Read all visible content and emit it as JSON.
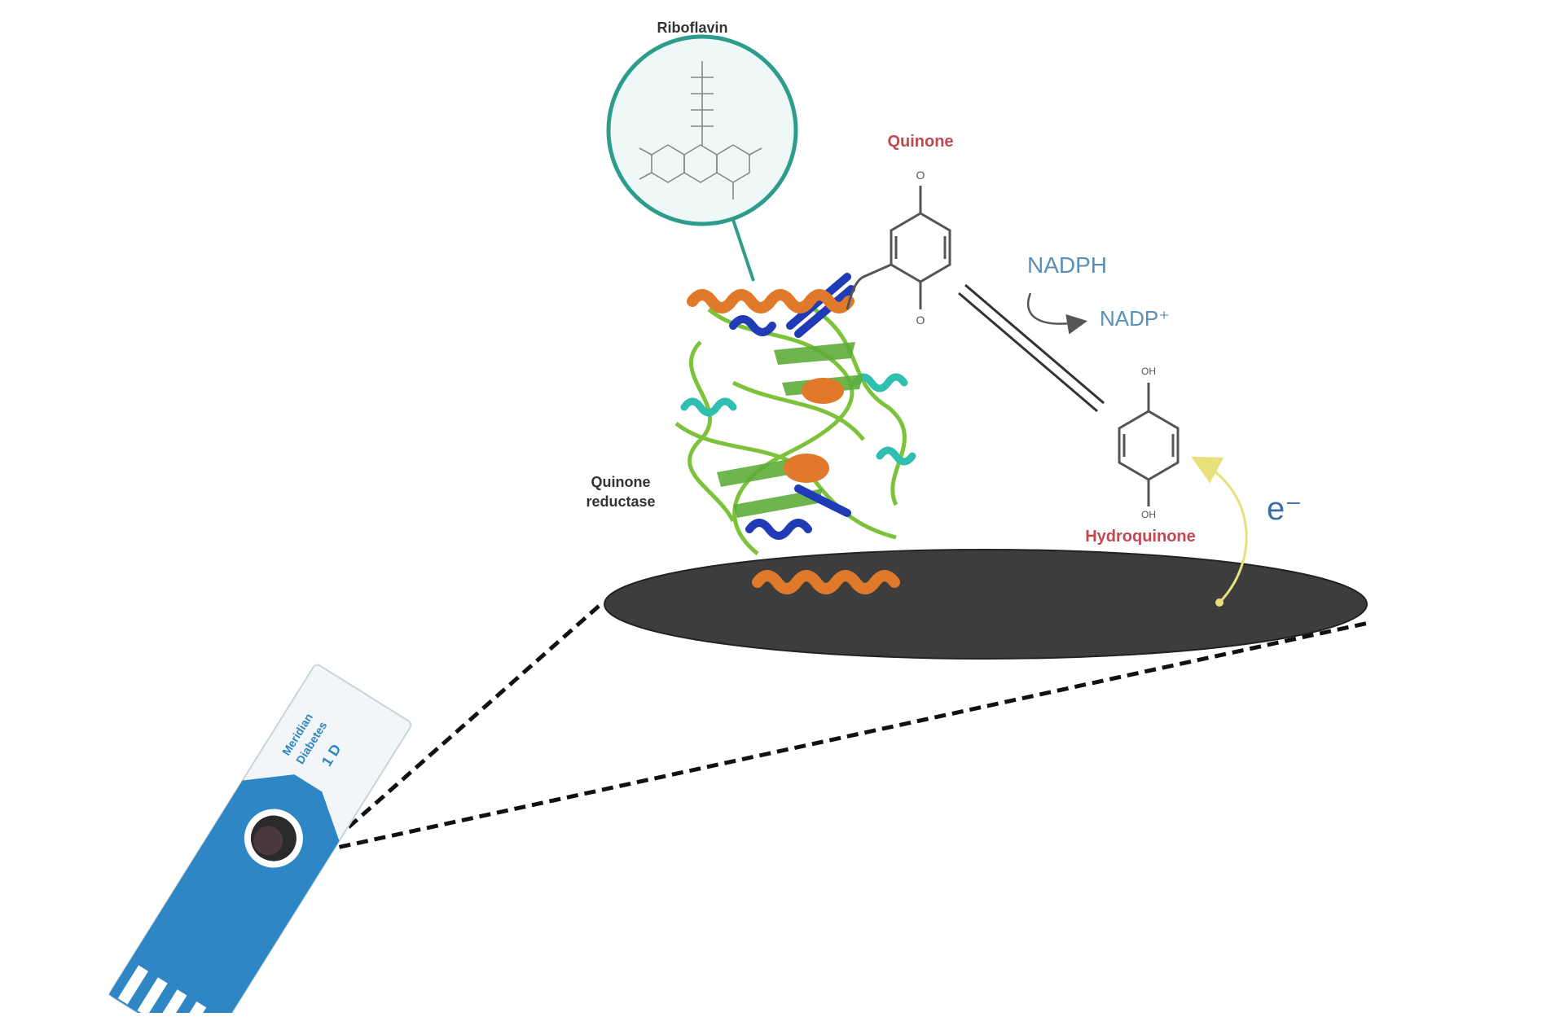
{
  "labels": {
    "riboflavin": "Riboflavin",
    "quinone": "Quinone",
    "nadph": "NADPH",
    "nadp": "NADP⁺",
    "hydroquinone": "Hydroquinone",
    "electron": "e⁻",
    "quinone_reductase_line1": "Quinone",
    "quinone_reductase_line2": "reductase",
    "oxygen_atom": "O",
    "hydroxyl": "OH",
    "strip_text_line1": "Meridian",
    "strip_text_line2": "Diabetes",
    "strip_text_line3": "1 D"
  },
  "colors": {
    "quinone_label": "#c0494f",
    "hydroquinone_label": "#c0494f",
    "nadph_label": "#5a8fb8",
    "electron_label": "#3a6ea8",
    "electron_arrow": "#e8e07a",
    "electrode": "#3d3d3d",
    "strip_blue": "#2f86c4",
    "riboflavin_circle": "#2e9c8c",
    "protein_helix_orange": "#e07a2a",
    "protein_sheet_blue": "#1f3bb5",
    "protein_loop_green": "#7cc23a",
    "protein_cyan": "#2fbfb0"
  }
}
